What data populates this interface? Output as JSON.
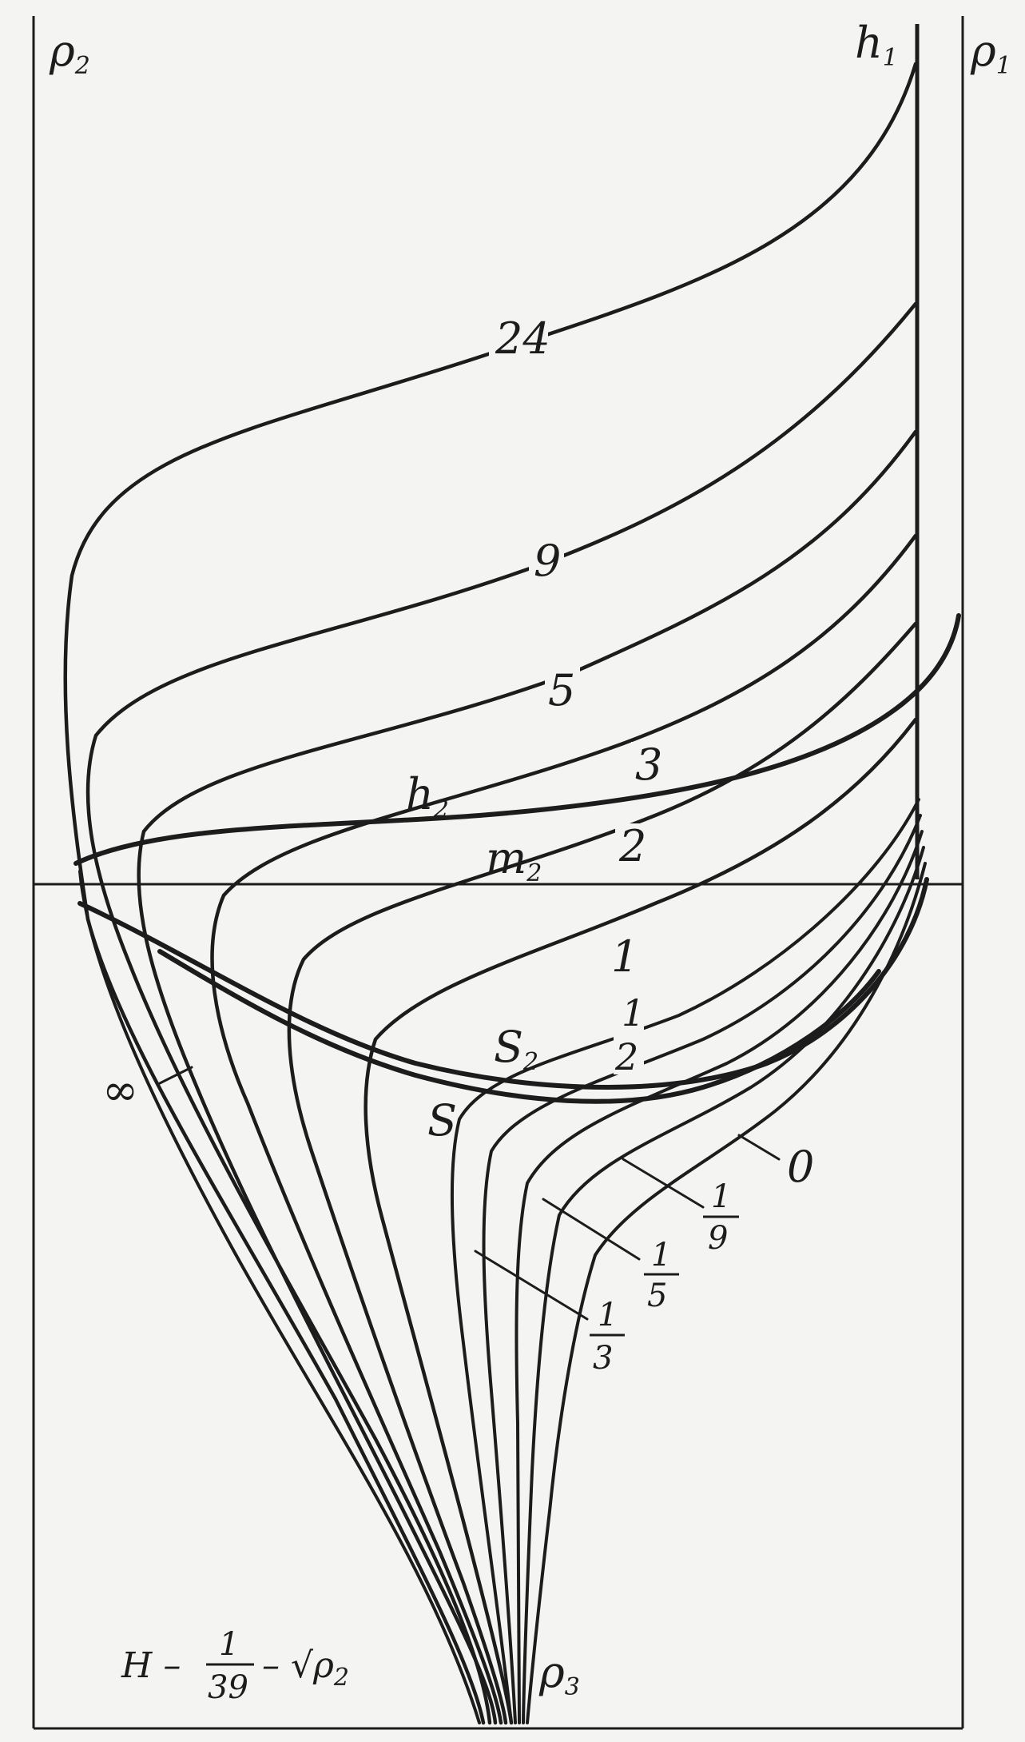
{
  "labels": {
    "p2": {
      "main": "ρ",
      "sub": "2"
    },
    "p1": {
      "main": "ρ",
      "sub": "1"
    },
    "p3": {
      "main": "ρ",
      "sub": "3"
    },
    "h1": {
      "main": "h",
      "sub": "1"
    },
    "h2": {
      "main": "h",
      "sub": "2"
    },
    "m2": {
      "main": "m",
      "sub": "2"
    },
    "S2": {
      "main": "S",
      "sub": "2"
    },
    "S": "S",
    "infinity": "∞",
    "v24": "24",
    "v9": "9",
    "v5": "5",
    "v3": "3",
    "v2": "2",
    "v1": "1",
    "half": {
      "num": "1",
      "den": "2"
    },
    "third": {
      "num": "1",
      "den": "3"
    },
    "fifth": {
      "num": "1",
      "den": "5"
    },
    "ninth": {
      "num": "1",
      "den": "9"
    },
    "zero": "0"
  },
  "caption": {
    "prefix": "H –",
    "num": "1",
    "den": "39",
    "suffix": "– √ρ",
    "suffix_sub": "2"
  },
  "colors": {
    "ink": "#1c1c1c",
    "paper": "#f4f4f2"
  }
}
